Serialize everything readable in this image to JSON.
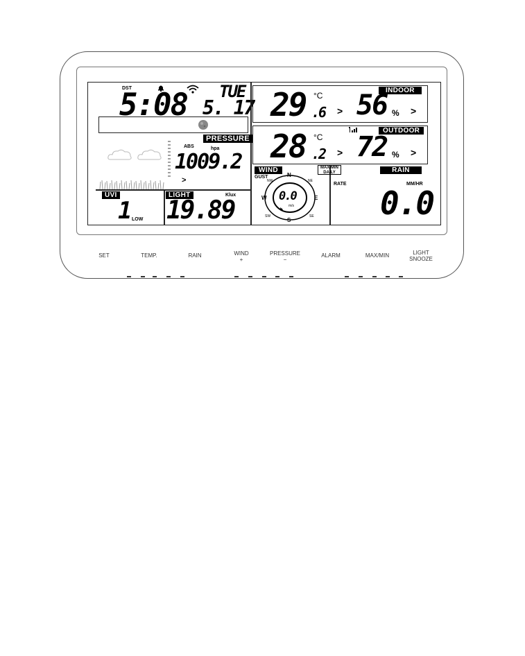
{
  "clock": {
    "dst": "DST",
    "time": "5:08",
    "day": "TUE",
    "date": "5. 17"
  },
  "indoor": {
    "label": "INDOOR",
    "temp_int": "29",
    "temp_dec": ".6",
    "temp_unit": "°C",
    "humidity": "56",
    "humidity_unit": "%",
    "arrow": ">"
  },
  "outdoor": {
    "label": "OUTDOOR",
    "temp_int": "28",
    "temp_dec": ".2",
    "temp_unit": "°C",
    "humidity": "72",
    "humidity_unit": "%",
    "arrow": ">"
  },
  "pressure": {
    "label": "PRESSURE",
    "mode": "ABS",
    "unit": "hpa",
    "value": "1009.2",
    "arrow": ">"
  },
  "uvi": {
    "label": "UVI",
    "value": "1",
    "level": "LOW"
  },
  "light": {
    "label": "LIGHT",
    "unit": "Klux",
    "value": "19.89"
  },
  "wind": {
    "label": "WIND",
    "gust": "GUST",
    "value": "0.0",
    "unit": "m/s",
    "dirs": {
      "n": "N",
      "s": "S",
      "e": "E",
      "w": "W",
      "nw": "NW",
      "ne": "NE",
      "sw": "SW",
      "se": "SE"
    }
  },
  "maxmin": {
    "line1": "MAX/MIN",
    "line2": "DAILY"
  },
  "rain": {
    "label": "RAIN",
    "rate": "RATE",
    "unit": "MM/HR",
    "value": "0.0"
  },
  "buttons": {
    "set": "SET",
    "temp": "TEMP.",
    "rain": "RAIN",
    "wind": "WIND",
    "wind_sub": "+",
    "pressure": "PRESSURE",
    "pressure_sub": "−",
    "alarm": "ALARM",
    "maxmin": "MAX/MIN",
    "light": "LIGHT",
    "snooze": "SNOOZE"
  },
  "icons": [
    "alarm-bell-icon",
    "wifi-icon",
    "moon-phase-icon",
    "cloud-icon",
    "signal-icon",
    "grass-icon",
    "compass-icon"
  ]
}
